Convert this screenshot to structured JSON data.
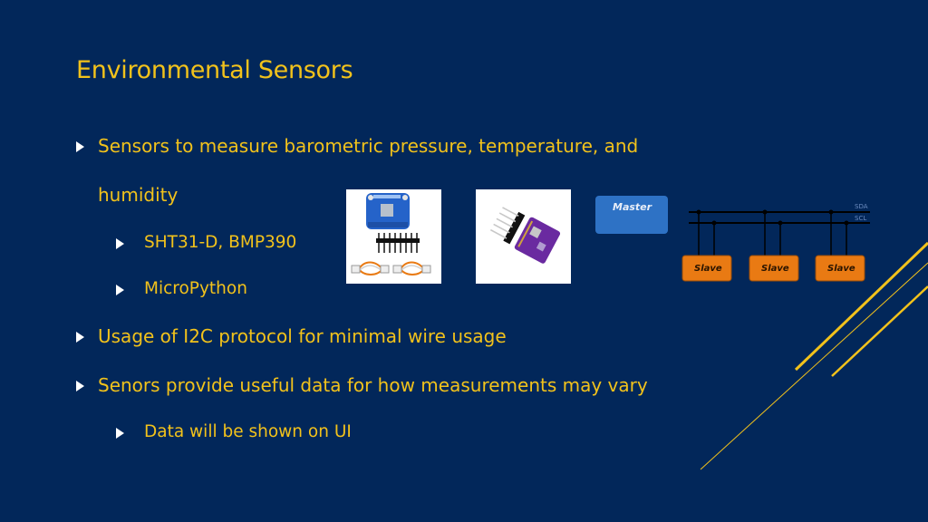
{
  "slide": {
    "title": "Environmental Sensors",
    "bullets": {
      "b1_line1": "Sensors to measure barometric pressure, temperature, and",
      "b1_line2": "humidity",
      "b1_sub1": "SHT31-D, BMP390",
      "b1_sub2": "MicroPython",
      "b2": "Usage of I2C protocol for minimal wire usage",
      "b3": "Senors provide useful data for how measurements may vary",
      "b3_sub1": "Data will be shown on UI"
    }
  },
  "i2c_diagram": {
    "master_label": "Master",
    "slave_labels": [
      "Slave",
      "Slave",
      "Slave"
    ],
    "sda_label": "SDA",
    "scl_label": "SCL"
  },
  "colors": {
    "background": "#02275a",
    "title": "#f2c21b",
    "bullet_text": "#f2c21b",
    "master_box": "#2e72c5",
    "slave_box": "#e97a13",
    "accent_lines": "#f2c21b"
  },
  "icons": {
    "bullet": "triangle-right-icon"
  }
}
